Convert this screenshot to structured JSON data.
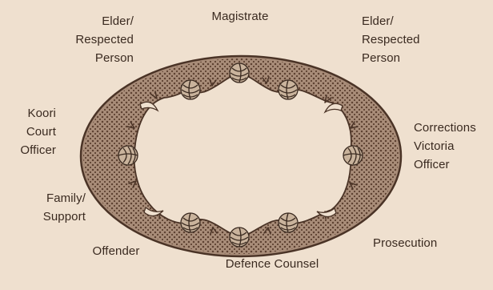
{
  "seats": {
    "magistrate": "Magistrate",
    "elder_left": "Elder/\nRespected\nPerson",
    "elder_right": "Elder/\nRespected\nPerson",
    "koori_court_officer": "Koori\nCourt\nOfficer",
    "corrections_victoria_officer": "Corrections\nVictoria\nOfficer",
    "family_support": "Family/\nSupport",
    "prosecution": "Prosecution",
    "offender": "Offender",
    "defence_counsel": "Defence Counsel"
  },
  "colors": {
    "background": "#efe0cf",
    "table_fill": "#a98d79",
    "dots": "#5e4232",
    "outline": "#4a3326",
    "inner": "#efe0cf"
  },
  "icons": {
    "table": "oval-table-icon",
    "coolamon": "woven-basket-icon",
    "boomerang": "boomerang-icon"
  }
}
